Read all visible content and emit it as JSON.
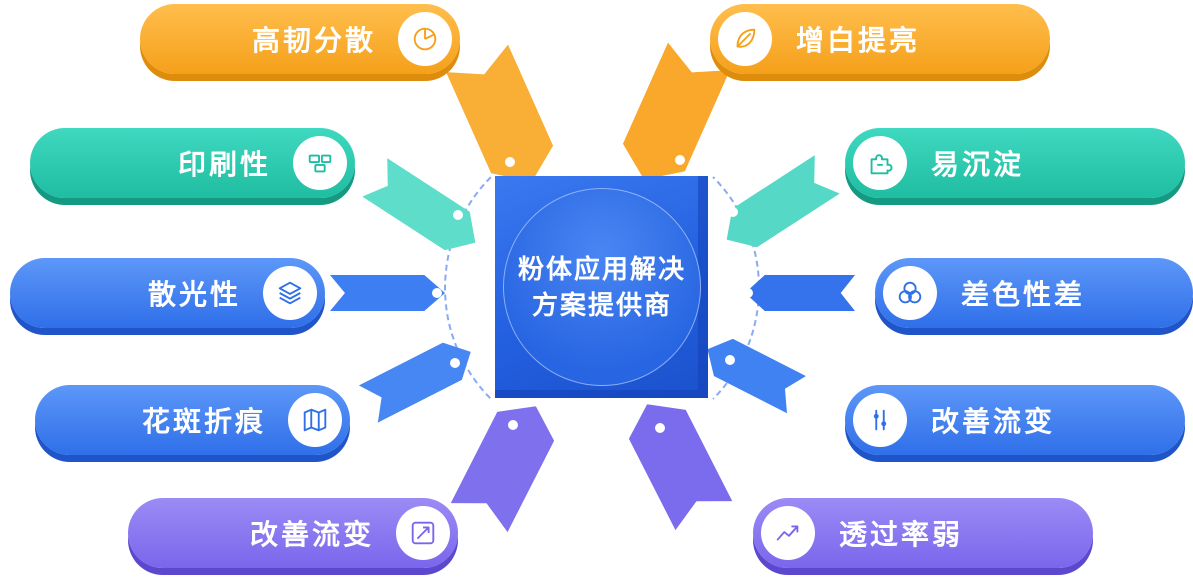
{
  "center": {
    "title_line1": "粉体应用解决",
    "title_line2": "方案提供商"
  },
  "left_items": [
    {
      "label": "高韧分散",
      "icon": "pie-chart-icon",
      "theme": "orange"
    },
    {
      "label": "印刷性",
      "icon": "print-blocks-icon",
      "theme": "teal"
    },
    {
      "label": "散光性",
      "icon": "layers-icon",
      "theme": "blue"
    },
    {
      "label": "花斑折痕",
      "icon": "map-icon",
      "theme": "blue"
    },
    {
      "label": "改善流变",
      "icon": "trend-pen-icon",
      "theme": "purple"
    }
  ],
  "right_items": [
    {
      "label": "增白提亮",
      "icon": "leaf-icon",
      "theme": "orange"
    },
    {
      "label": "易沉淀",
      "icon": "puzzle-icon",
      "theme": "teal"
    },
    {
      "label": "差色性差",
      "icon": "venn-circles-icon",
      "theme": "blue"
    },
    {
      "label": "改善流变",
      "icon": "flow-sliders-icon",
      "theme": "blue"
    },
    {
      "label": "透过率弱",
      "icon": "trend-line-icon",
      "theme": "purple"
    }
  ],
  "colors": {
    "orange": "#F5A01A",
    "teal": "#1FBDA1",
    "blue": "#2F6FE9",
    "purple": "#7A66EC",
    "center_blue": "#2360E0"
  }
}
